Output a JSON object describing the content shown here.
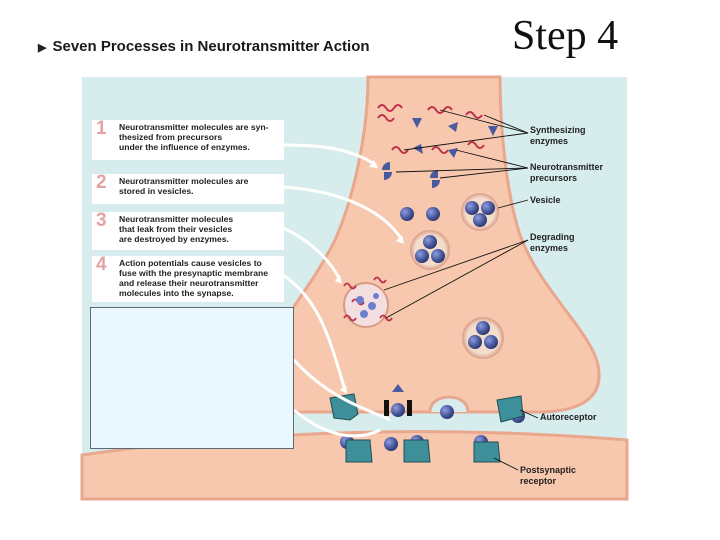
{
  "slide_title": "Step 4",
  "figure_title": "Seven Processes in Neurotransmitter Action",
  "steps": [
    {
      "num": "1",
      "text": "Neurotransmitter molecules are syn-\nthesized from precursors\nunder the influence of enzymes."
    },
    {
      "num": "2",
      "text": "Neurotransmitter molecules are\nstored in vesicles."
    },
    {
      "num": "3",
      "text": "Neurotransmitter molecules\nthat leak from their vesicles\nare destroyed by enzymes."
    },
    {
      "num": "4",
      "text": "Action potentials cause vesicles to\nfuse with the presynaptic membrane\nand release their neurotransmitter\nmolecules into the synapse."
    }
  ],
  "labels": {
    "synth": "Synthesizing\nenzymes",
    "precursors": "Neurotransmitter\nprecursors",
    "vesicle": "Vesicle",
    "degrading": "Degrading\nenzymes",
    "autoreceptor": "Autoreceptor",
    "postsynaptic": "Postsynaptic\nreceptor"
  },
  "colors": {
    "background": "#d7ecec",
    "neuron": "#f7c8ad",
    "membrane": "#e9a78e",
    "molecule": "#4a5a9e",
    "receptor": "#3d8f9a",
    "enzyme": "#c0304a",
    "cover": "#eaf7ff"
  }
}
